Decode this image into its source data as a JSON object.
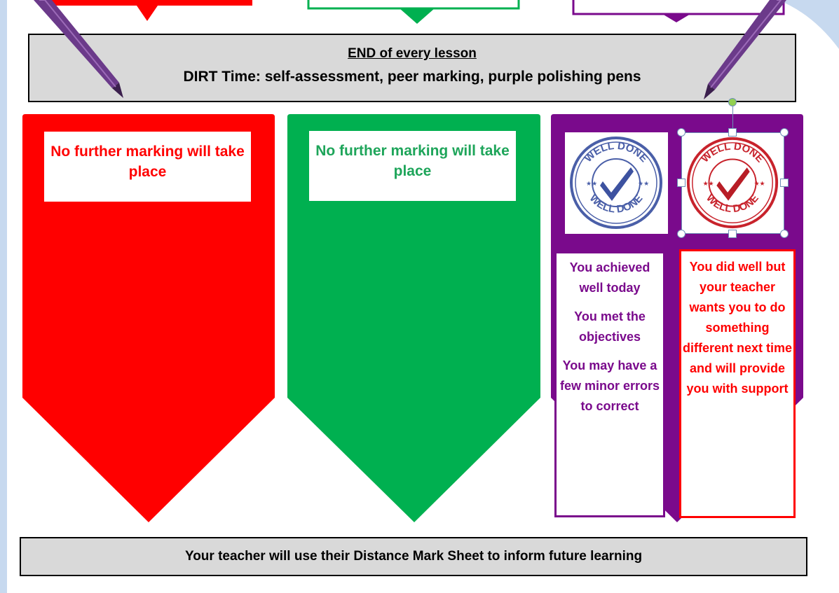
{
  "header": {
    "title": "END of every lesson",
    "subtitle": "DIRT Time: self-assessment,  peer marking, purple polishing pens"
  },
  "red_column": {
    "note": "No further marking will take place",
    "color": "#ff0000"
  },
  "green_column": {
    "note": "No further marking will take place",
    "color": "#00b050"
  },
  "purple_column": {
    "color": "#7a0a8c",
    "stamp_text": "WELL DONE",
    "achieved_lines": [
      "You achieved well today",
      "You met the objectives",
      "You may have a few minor errors to correct"
    ],
    "support_text": "You did well but your teacher wants you to do something different next time and will provide you with support"
  },
  "footer": {
    "text": "Your teacher will use their Distance Mark Sheet to inform future learning"
  },
  "colors": {
    "grey_box": "#d9d9d9",
    "selection_handle": "#6d8fb8",
    "rotate_handle": "#92d050"
  },
  "icons": [
    "pen-icon",
    "well-done-stamp-icon",
    "check-mark-icon"
  ]
}
